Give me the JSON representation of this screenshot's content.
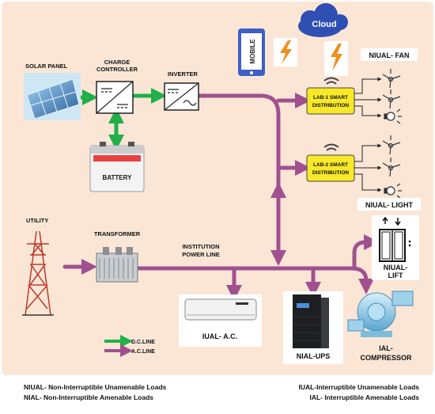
{
  "colors": {
    "background": "#fbe6d6",
    "ac_line": "#a0508f",
    "dc_line": "#22b04a",
    "distribution_box": "#f7e82a",
    "cloud": "#2f4fb3",
    "mobile": "#3e5fc4"
  },
  "cloud": {
    "label": "Cloud"
  },
  "mobile": {
    "label": "MOBILE"
  },
  "sources": {
    "solar_panel": "SOLAR PANEL",
    "charge_controller_line1": "CHARGE",
    "charge_controller_line2": "CONTROLLER",
    "inverter": "INVERTER",
    "battery": "BATTERY",
    "utility": "UTILITY",
    "transformer": "TRANSFORMER",
    "power_line_1": "INSTITUTION",
    "power_line_2": "POWER LINE"
  },
  "distribution": {
    "lab1_line1": "LAB-1 SMART",
    "lab1_line2": "DISTRIBUTION",
    "lab2_line1": "LAB-2 SMART",
    "lab2_line2": "DISTRIBUTION"
  },
  "loads": {
    "fan": "NIUAL- FAN",
    "light": "NIUAL- LIGHT",
    "lift_1": "NIUAL-",
    "lift_2": "LIFT",
    "ac": "IUAL- A.C.",
    "ups": "NIAL-UPS",
    "compressor_1": "IAL-",
    "compressor_2": "COMPRESSOR"
  },
  "legend": {
    "dc": "D.C.LINE",
    "ac": "A.C.LINE"
  },
  "footnotes": {
    "left_1": "NIUAL- Non-Interruptible Unamenable Loads",
    "left_2": "NIAL- Non-Interruptible Amenable Loads",
    "right_1": "IUAL-Interruptible Unamenable Loads",
    "right_2": "IAL- Interruptible Amenable Loads"
  }
}
